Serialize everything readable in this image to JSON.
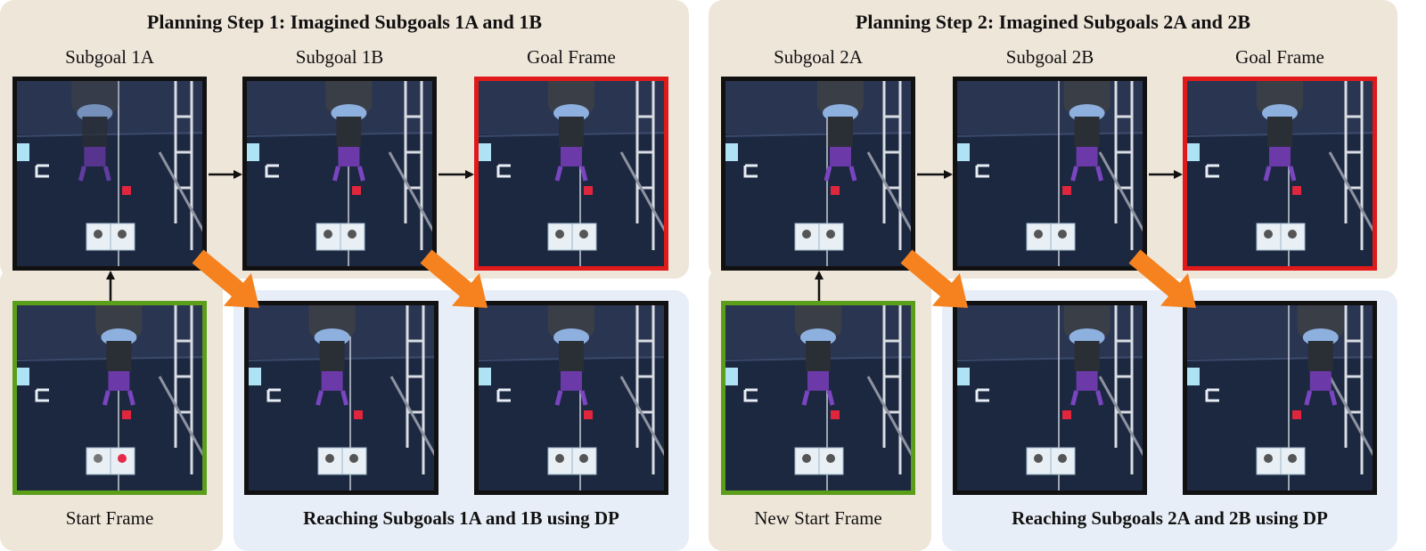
{
  "planning_step_1": {
    "title": "Planning Step 1: Imagined Subgoals 1A and 1B",
    "labels": [
      "Subgoal 1A",
      "Subgoal 1B",
      "Goal Frame"
    ],
    "start_label": "Start Frame",
    "reaching_title": "Reaching Subgoals 1A and 1B using DP"
  },
  "planning_step_2": {
    "title": "Planning Step 2: Imagined Subgoals 2A and 2B",
    "labels": [
      "Subgoal 2A",
      "Subgoal 2B",
      "Goal Frame"
    ],
    "start_label": "New Start Frame",
    "reaching_title": "Reaching Subgoals 2A and 2B using DP"
  },
  "colors": {
    "start_frame_border": "#5a9e1a",
    "goal_frame_border": "#e01a1a",
    "frame_border": "#111111",
    "dp_arrow": "#f5821f",
    "planning_panel": "#efe6da",
    "reaching_panel": "#e8eef8"
  }
}
